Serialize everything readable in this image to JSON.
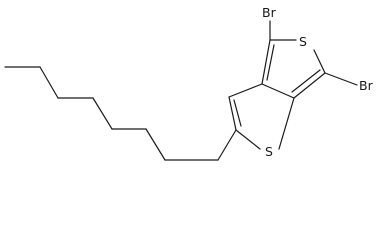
{
  "diagram": {
    "type": "chemical-structure",
    "atom_labels": {
      "br_top": "Br",
      "br_right": "Br",
      "s_upper": "S",
      "s_lower": "S"
    }
  }
}
